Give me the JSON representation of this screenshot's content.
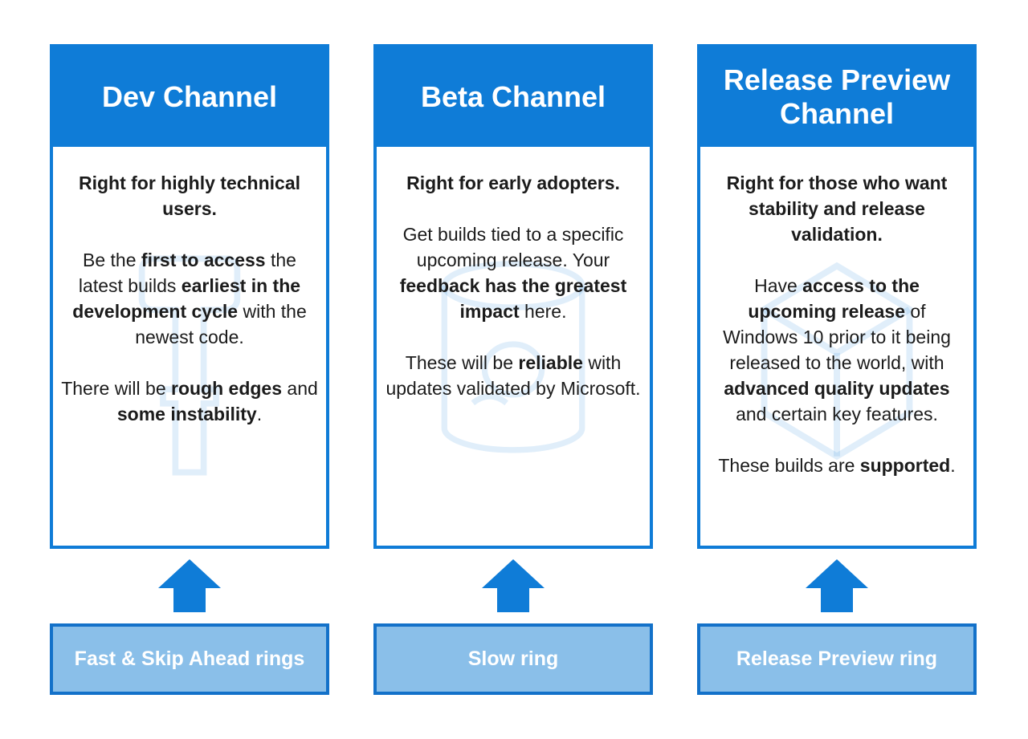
{
  "colors": {
    "primary_blue": "#0f7cd7",
    "ring_fill": "#8abfe9",
    "ring_border": "#1371c9",
    "watermark_blue": "#0f7cd7",
    "body_text": "#1b1b1b",
    "header_text": "#ffffff"
  },
  "columns": [
    {
      "title": "Dev Channel",
      "watermark_icon": "hammer",
      "paragraphs": [
        {
          "runs": [
            {
              "text": "Right for highly technical users.",
              "bold": true
            }
          ]
        },
        {
          "runs": [
            {
              "text": "Be the ",
              "bold": false
            },
            {
              "text": "first to access",
              "bold": true
            },
            {
              "text": " the latest builds ",
              "bold": false
            },
            {
              "text": "earliest in the development cycle",
              "bold": true
            },
            {
              "text": " with the newest code.",
              "bold": false
            }
          ]
        },
        {
          "runs": [
            {
              "text": "There will be ",
              "bold": false
            },
            {
              "text": "rough edges",
              "bold": true
            },
            {
              "text": " and ",
              "bold": false
            },
            {
              "text": "some instability",
              "bold": true
            },
            {
              "text": ".",
              "bold": false
            }
          ]
        }
      ],
      "ring_label": "Fast & Skip Ahead rings"
    },
    {
      "title": "Beta Channel",
      "watermark_icon": "flask",
      "paragraphs": [
        {
          "runs": [
            {
              "text": "Right for early adopters.",
              "bold": true
            }
          ]
        },
        {
          "runs": [
            {
              "text": "Get builds tied to a specific upcoming release. Your ",
              "bold": false
            },
            {
              "text": "feedback has the greatest impact",
              "bold": true
            },
            {
              "text": " here.",
              "bold": false
            }
          ]
        },
        {
          "runs": [
            {
              "text": "These will be ",
              "bold": false
            },
            {
              "text": "reliable",
              "bold": true
            },
            {
              "text": " with updates validated by Microsoft.",
              "bold": false
            }
          ]
        }
      ],
      "ring_label": "Slow ring"
    },
    {
      "title": "Release Preview Channel",
      "watermark_icon": "cube",
      "paragraphs": [
        {
          "runs": [
            {
              "text": "Right for those who want stability and release validation.",
              "bold": true
            }
          ]
        },
        {
          "runs": [
            {
              "text": "Have ",
              "bold": false
            },
            {
              "text": "access to the upcoming release",
              "bold": true
            },
            {
              "text": " of Windows 10 prior to it being released to the world, with ",
              "bold": false
            },
            {
              "text": "advanced quality updates",
              "bold": true
            },
            {
              "text": " and certain key features.",
              "bold": false
            }
          ]
        },
        {
          "runs": [
            {
              "text": "These builds are ",
              "bold": false
            },
            {
              "text": "supported",
              "bold": true
            },
            {
              "text": ".",
              "bold": false
            }
          ]
        }
      ],
      "ring_label": "Release Preview ring"
    }
  ]
}
